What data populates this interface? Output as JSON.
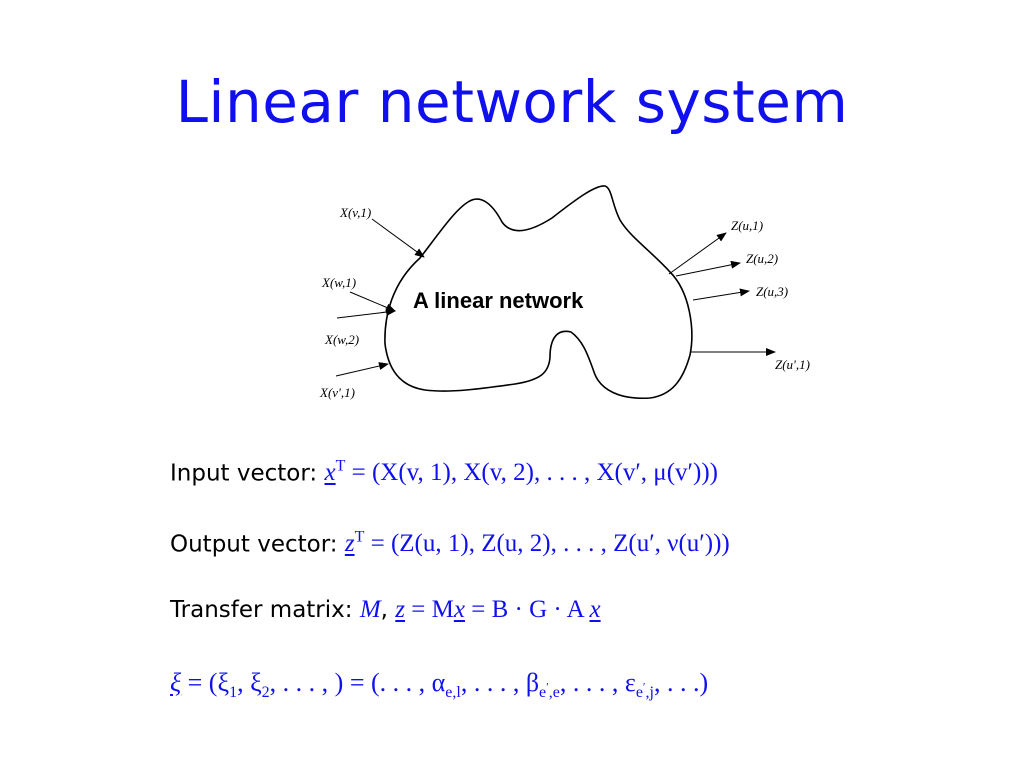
{
  "slide": {
    "title": "Linear network system"
  },
  "diagram": {
    "blob_label": "A linear network",
    "inputs": [
      "X(v,1)",
      "X(w,1)",
      "X(w,2)",
      "X(v',1)"
    ],
    "outputs": [
      "Z(u,1)",
      "Z(u,2)",
      "Z(u,3)",
      "Z(u',1)"
    ]
  },
  "equations": {
    "input": {
      "label": "Input vector: ",
      "lhs_var": "x",
      "lhs_sup": "T",
      "rhs": " = (X(v, 1), X(v, 2), . . . , X(v′, μ(v′)))"
    },
    "output": {
      "label": "Output vector: ",
      "lhs_var": "z",
      "lhs_sup": "T",
      "rhs": " = (Z(u, 1), Z(u, 2), . . . , Z(u′, ν(u′)))"
    },
    "transfer": {
      "label": "Transfer matrix: ",
      "M": "M",
      "comma": ", ",
      "z": "z",
      "mid": " = M",
      "x1": "x",
      "rhs": " = B · G · A ",
      "x2": "x"
    },
    "xi": {
      "var": "ξ",
      "part1": " = (ξ",
      "sub1": "1",
      "part2": ", ξ",
      "sub2": "2",
      "part3": ", . . . , ) = (. . . , α",
      "sub_alpha": "e,l",
      "part4": ", . . . , β",
      "sub_beta_e": "e",
      "sub_beta_prime": "′",
      "sub_beta_rest": ",e",
      "part5": ", . . . , ε",
      "sub_eps_e": "e",
      "sub_eps_prime": "′",
      "sub_eps_rest": ",j",
      "part6": ", . . .)"
    }
  }
}
